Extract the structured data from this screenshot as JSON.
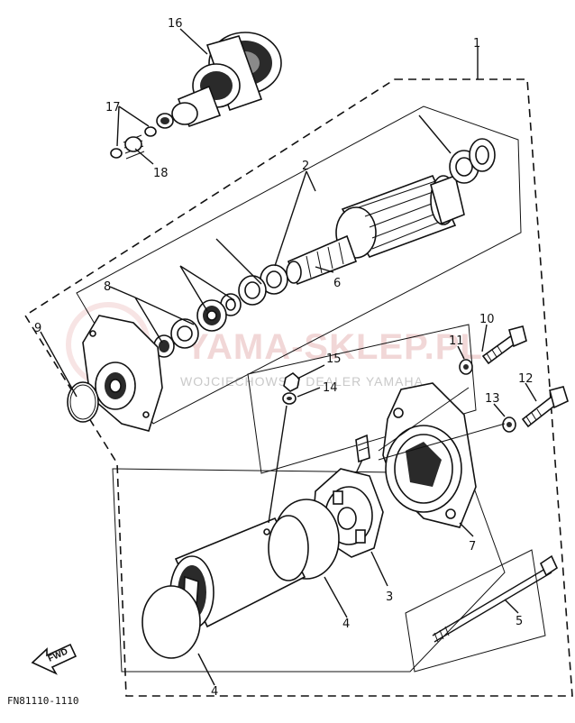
{
  "watermark": {
    "brand": "YAMA-SKLEP.PL",
    "subtitle": "WOJCIECHOWSKI DEALER YAMAHA"
  },
  "diagram_code": "FN81110-1110",
  "direction_label": "FWD",
  "callouts": [
    {
      "id": "c1",
      "label": "1"
    },
    {
      "id": "c2",
      "label": "2"
    },
    {
      "id": "c3",
      "label": "3"
    },
    {
      "id": "c4a",
      "label": "4"
    },
    {
      "id": "c4b",
      "label": "4"
    },
    {
      "id": "c5",
      "label": "5"
    },
    {
      "id": "c6",
      "label": "6"
    },
    {
      "id": "c7",
      "label": "7"
    },
    {
      "id": "c8",
      "label": "8"
    },
    {
      "id": "c9",
      "label": "9"
    },
    {
      "id": "c10",
      "label": "10"
    },
    {
      "id": "c11",
      "label": "11"
    },
    {
      "id": "c12",
      "label": "12"
    },
    {
      "id": "c13",
      "label": "13"
    },
    {
      "id": "c14",
      "label": "14"
    },
    {
      "id": "c15",
      "label": "15"
    },
    {
      "id": "c16",
      "label": "16"
    },
    {
      "id": "c17",
      "label": "17"
    },
    {
      "id": "c18",
      "label": "18"
    }
  ],
  "colors": {
    "line": "#111111",
    "watermark": "#e7b8b8",
    "background": "#ffffff"
  }
}
